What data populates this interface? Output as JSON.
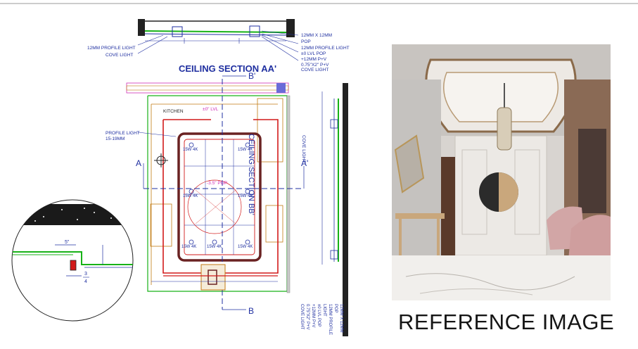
{
  "section_title": "CEILING SECTION AA'",
  "reference_caption": "REFERENCE IMAGE",
  "section_callouts": {
    "left": [
      "12MM PROFILE LIGHT",
      "COVE LIGHT"
    ],
    "right": [
      "12MM X 12MM",
      "POP",
      "12MM PROFILE LIGHT",
      "±0 LVL POP",
      "+12MM P+V",
      "0.75\"X2\" P+V",
      "COVE LIGHT"
    ]
  },
  "plan_labels": {
    "kitchen": "KITCHEN",
    "lvl_zero": "±0\" LVL",
    "profile_light": [
      "PROFILE LIGHT",
      "15-19MM"
    ],
    "pop_level": "-3.5\" POP",
    "cut_a": "A",
    "cut_a_prime": "A'",
    "cut_b": "B",
    "cut_b_prime": "B'",
    "ceiling_section_bb": "CEILING SECTION BB'",
    "cove_light_vertical": "COVE LIGHT",
    "spot_lights": [
      "15W 4K",
      "15W 4K",
      "15W 4K",
      "15W 4K",
      "15W 4K",
      "15W 4K",
      "15W 4K"
    ]
  },
  "vertical_callouts": [
    "12MM X 12MM",
    "POP",
    "12MM PROFILE",
    "LIGHT",
    "±0 LVL POP",
    "+12MM P+V",
    "0.75\"X2\" P+V",
    "COVE LIGHT"
  ],
  "detail_labels": {
    "dim_a": "5\"",
    "dim_b": "3",
    "dim_c": "4"
  },
  "colors": {
    "cad_blue": "#1f2fa0",
    "cad_red": "#d21a1a",
    "cad_green": "#17b217",
    "cad_magenta": "#d02fb8",
    "cad_brown": "#6a2222",
    "cad_orange": "#c27a12",
    "wall_black": "#222222"
  }
}
